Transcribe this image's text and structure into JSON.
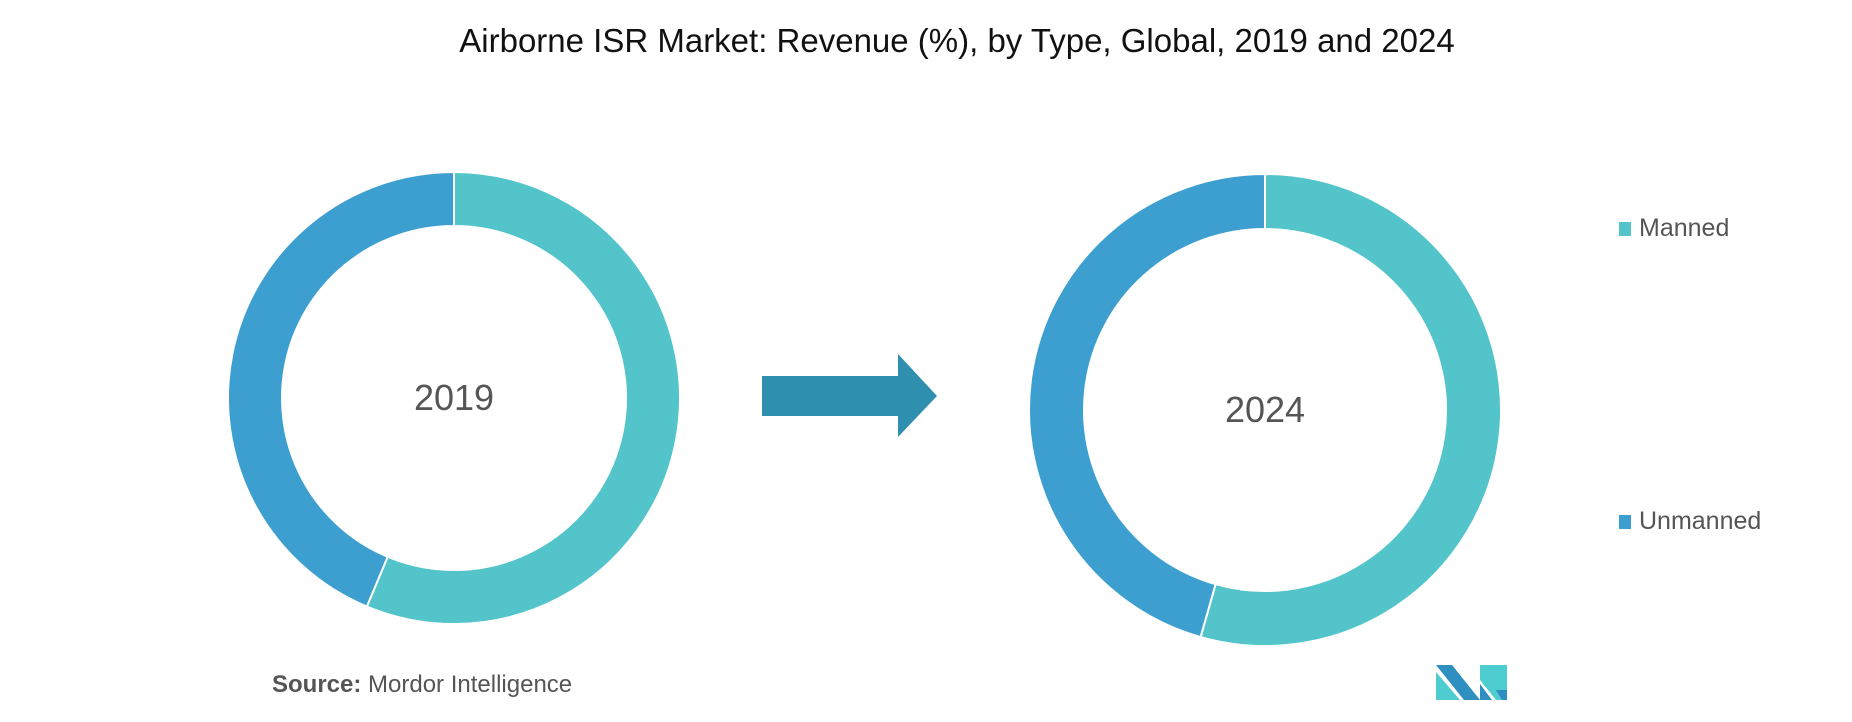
{
  "chart_data": {
    "type": "pie",
    "title": "Airborne ISR Market: Revenue (%), by Type, Global, 2019 and 2024",
    "legend": [
      "Manned",
      "Unmanned"
    ],
    "legend_position": "right",
    "colors": {
      "Manned": "#52C4CA",
      "Unmanned": "#3D9FD0",
      "arrow": "#2F8FAF"
    },
    "charts": [
      {
        "label": "2019",
        "values": {
          "Manned": 56.3,
          "Unmanned": 43.7
        }
      },
      {
        "label": "2024",
        "values": {
          "Manned": 54.4,
          "Unmanned": 45.6
        }
      }
    ]
  },
  "source": {
    "prefix": "Source:",
    "text": "Mordor Intelligence"
  }
}
